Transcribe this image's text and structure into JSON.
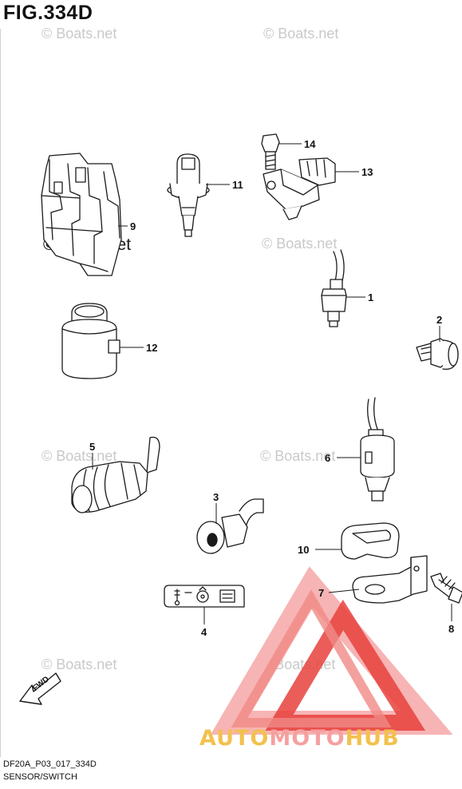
{
  "figure": {
    "title": "FIG.334D",
    "code": "DF20A_P03_017_334D",
    "section": "SENSOR/SWITCH"
  },
  "watermarks": {
    "text": "© Boats.net"
  },
  "callouts": [
    "1",
    "2",
    "3",
    "4",
    "5",
    "6",
    "7",
    "8",
    "9",
    "10",
    "11",
    "12",
    "13",
    "14"
  ],
  "direction_label": "FWD",
  "brand": {
    "part1": "AUTO",
    "part2": "MOTO",
    "part3": "HUB"
  },
  "colors": {
    "logo_red": "#e8413c",
    "logo_pink": "#f7b4b4",
    "brand_yellow": "#f2c14e",
    "watermark_gray": "#c9c9c9",
    "line": "#1a1a1a"
  }
}
